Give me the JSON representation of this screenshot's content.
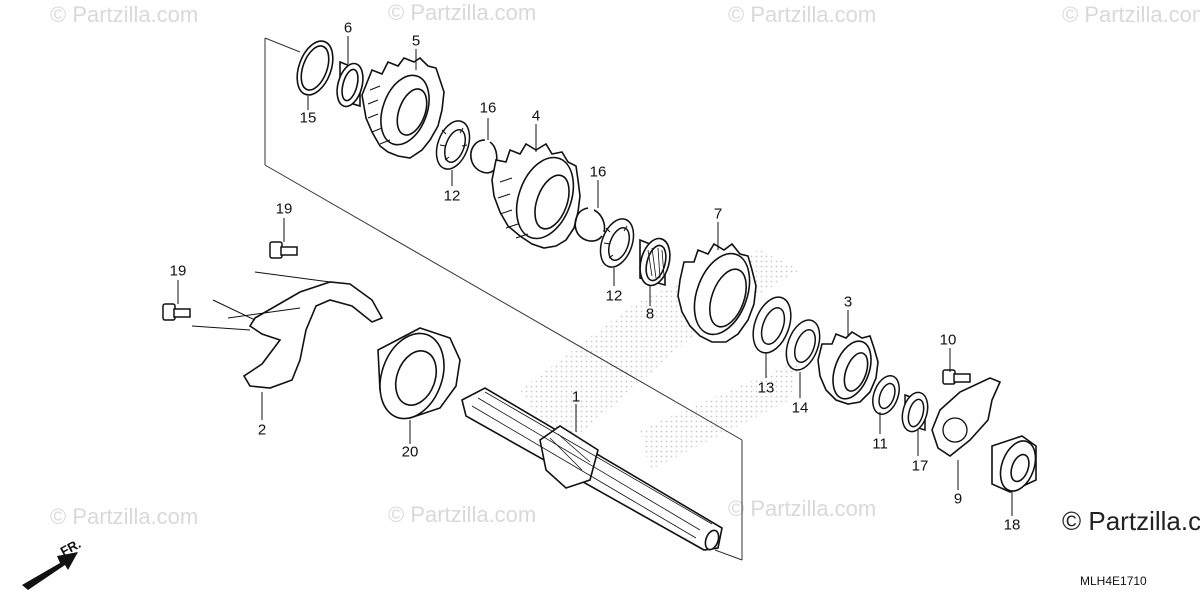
{
  "watermark": "© Partzilla.com",
  "watermark_main": "© Partzilla.com",
  "diagram_code": "MLH4E1710",
  "front_label": "FR.",
  "parts": [
    {
      "label": "1"
    },
    {
      "label": "2"
    },
    {
      "label": "3"
    },
    {
      "label": "4"
    },
    {
      "label": "5"
    },
    {
      "label": "6"
    },
    {
      "label": "7"
    },
    {
      "label": "8"
    },
    {
      "label": "9"
    },
    {
      "label": "10"
    },
    {
      "label": "11"
    },
    {
      "label": "12"
    },
    {
      "label": "12"
    },
    {
      "label": "13"
    },
    {
      "label": "14"
    },
    {
      "label": "15"
    },
    {
      "label": "16"
    },
    {
      "label": "16"
    },
    {
      "label": "17"
    },
    {
      "label": "18"
    },
    {
      "label": "19"
    },
    {
      "label": "19"
    },
    {
      "label": "20"
    }
  ]
}
